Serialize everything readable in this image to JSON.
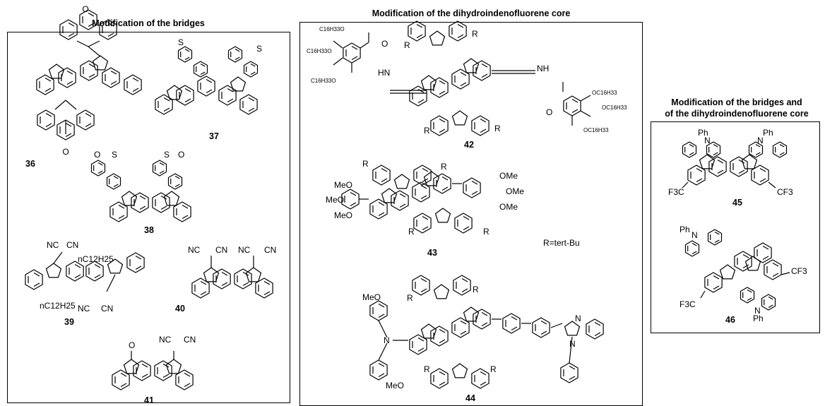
{
  "panels": {
    "bridges": {
      "title": "Modification of the bridges"
    },
    "core": {
      "title": "Modification of the dihydroindenofluorene core",
      "note": "R=tert-Bu"
    },
    "both": {
      "title_line1": "Modification of the bridges and",
      "title_line2": "of the dihydroindenofluorene core"
    }
  },
  "compounds": {
    "c36": {
      "number": "36",
      "atoms": [
        "O",
        "O"
      ]
    },
    "c37": {
      "number": "37",
      "atoms": [
        "S",
        "S"
      ]
    },
    "c38": {
      "number": "38",
      "atoms": [
        "S",
        "S"
      ],
      "sulfonyl_o": "O"
    },
    "c39": {
      "number": "39",
      "atoms": [
        "NC",
        "CN",
        "NC",
        "CN"
      ],
      "alkyl": "nC12H25"
    },
    "c40": {
      "number": "40",
      "atoms": [
        "NC",
        "CN",
        "NC",
        "CN"
      ]
    },
    "c41": {
      "number": "41",
      "atoms": [
        "O",
        "NC",
        "CN"
      ]
    },
    "c42": {
      "number": "42",
      "r": "R",
      "left_chains": [
        "C16H33O",
        "C16H33O",
        "C16H33O"
      ],
      "right_chains": [
        "OC16H33",
        "OC16H33",
        "OC16H33"
      ],
      "amide": [
        "NH",
        "HN",
        "O",
        "O"
      ]
    },
    "c43": {
      "number": "43",
      "r": "R",
      "ome": "OMe",
      "meo": "MeO"
    },
    "c44": {
      "number": "44",
      "r": "R",
      "meo": "MeO",
      "n": "N"
    },
    "c45": {
      "number": "45",
      "ph": "Ph",
      "n": "N",
      "cf3": "CF3",
      "f3c": "F3C"
    },
    "c46": {
      "number": "46",
      "ph": "Ph",
      "n": "N",
      "cf3": "CF3",
      "f3c": "F3C"
    }
  }
}
